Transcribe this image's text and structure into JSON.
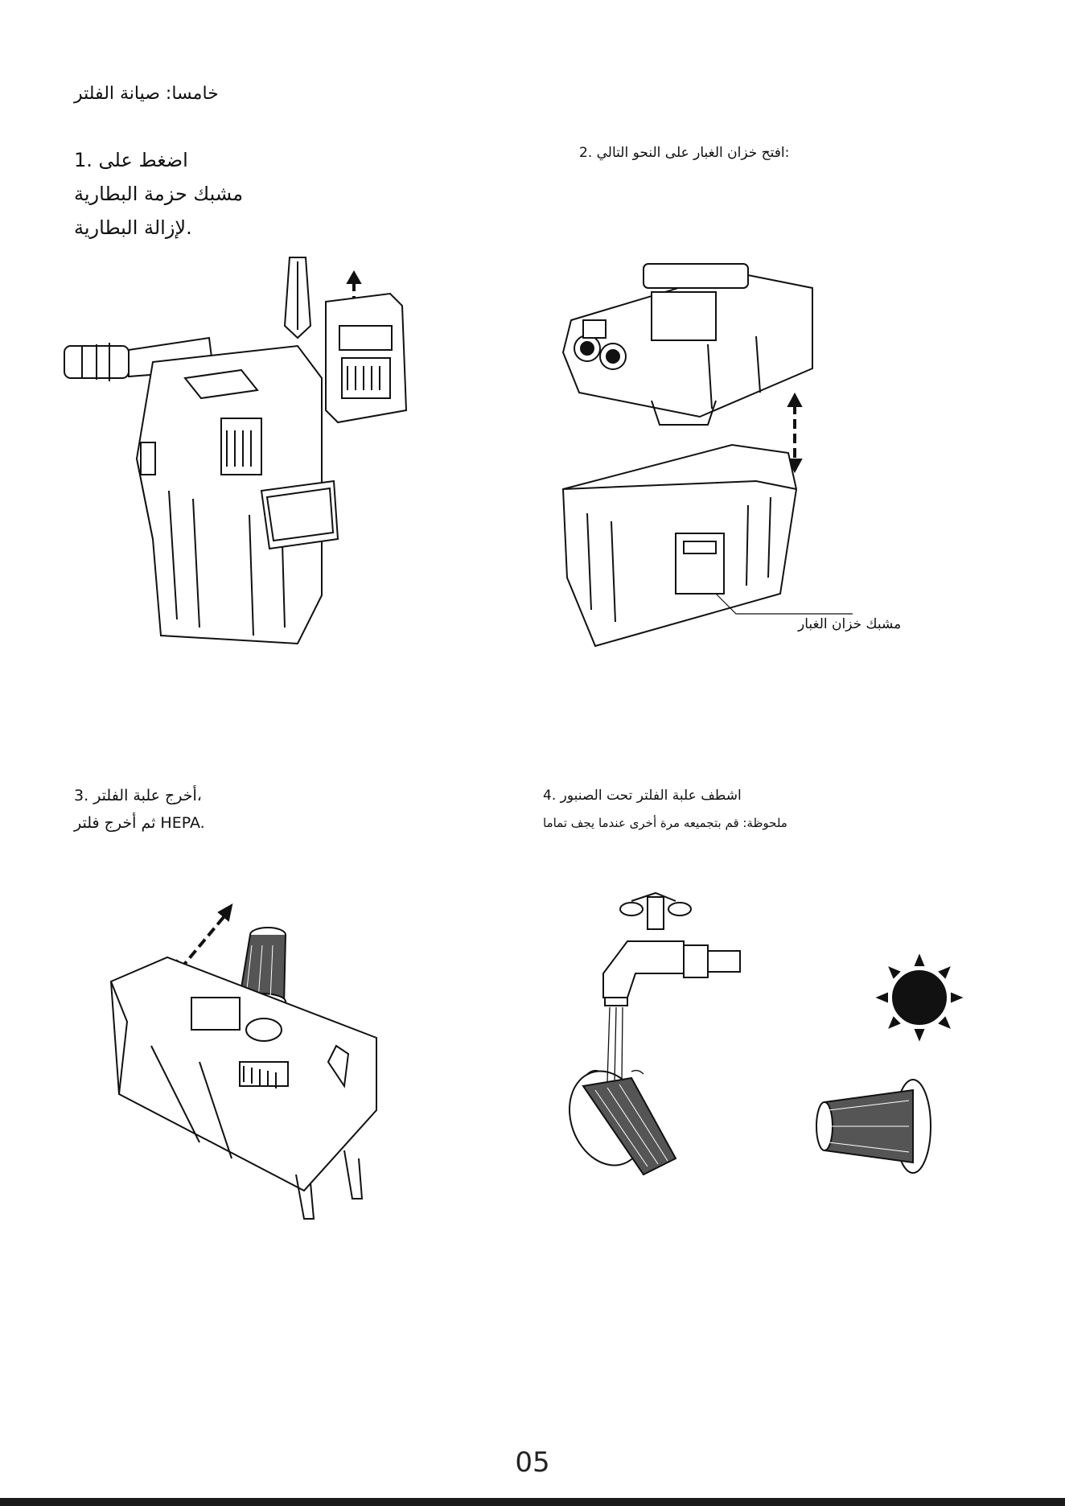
{
  "section": {
    "title": "خامسا: صيانة الفلتر"
  },
  "steps": [
    {
      "number": "1.",
      "lines": [
        "اضغط على",
        "مشبك حزمة البطارية",
        "لإزالة البطارية."
      ]
    },
    {
      "number": "2.",
      "lines": [
        "افتح خزان الغبار على النحو التالي:"
      ]
    },
    {
      "number": "3.",
      "lines": [
        "أخرج علبة الفلتر،",
        "ثم أخرج فلتر HEPA."
      ]
    },
    {
      "number": "4.",
      "lines": [
        "اشطف علبة الفلتر تحت الصنبور",
        "ملحوظة: قم بتجميعه مرة أخرى عندما يجف تماما"
      ]
    }
  ],
  "callouts": {
    "dust_tank_clip": "مشبك خزان الغبار"
  },
  "footer": {
    "page_number": "05"
  }
}
